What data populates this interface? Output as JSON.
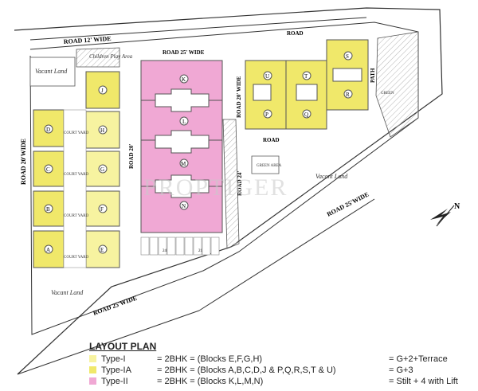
{
  "colors": {
    "type_i": "#f7f3a0",
    "type_ia": "#f0e86a",
    "type_ii": "#f0a8d4",
    "site_line": "#333333",
    "hatch": "#bdbdbd"
  },
  "roads": {
    "north_12": "ROAD 12' WIDE",
    "north_top": "ROAD",
    "inner_25": "ROAD 25' WIDE",
    "left_20": "ROAD 20'WIDE",
    "inner_20": "ROAD 20'",
    "east_20": "ROAD 20' WIDE",
    "mid_road": "ROAD",
    "inner_24": "ROAD 24'",
    "south_25": "ROAD 25'WIDE",
    "east_25": "ROAD 25'WIDE",
    "path": "PATH"
  },
  "labels": {
    "vacant_land_nw": "Vacant Land",
    "children_play": "Children Play Area",
    "vacant_land_sw": "Vacant Land",
    "vacant_land_e": "Vacant Land",
    "green_area": "GREEN AREA",
    "green_ne": "GREEN",
    "court_yard": "COURT YARD",
    "watermark": "PROPTIGER",
    "north_mark": "N",
    "parking_nums": [
      "24",
      "21"
    ]
  },
  "blocks": {
    "west_left": [
      "D",
      "C",
      "B",
      "A"
    ],
    "west_right": [
      "J",
      "H",
      "G",
      "F",
      "E"
    ],
    "pink": [
      "K",
      "L",
      "M",
      "N"
    ],
    "east": [
      "U",
      "T",
      "P",
      "Q"
    ],
    "northeast": [
      "S",
      "R"
    ]
  },
  "legend": {
    "title": "LAYOUT PLAN",
    "rows": [
      {
        "type": "Type-I",
        "spec": "= 2BHK",
        "blocks": "= (Blocks E,F,G,H)",
        "floors": "= G+2+Terrace",
        "color_key": "type_i"
      },
      {
        "type": "Type-IA",
        "spec": "= 2BHK",
        "blocks": "= (Blocks A,B,C,D,J & P,Q,R,S,T & U)",
        "floors": "= G+3",
        "color_key": "type_ia"
      },
      {
        "type": "Type-II",
        "spec": "= 2BHK",
        "blocks": "= (Blocks K,L,M,N)",
        "floors": "= Stilt + 4 with Lift",
        "color_key": "type_ii"
      }
    ]
  }
}
